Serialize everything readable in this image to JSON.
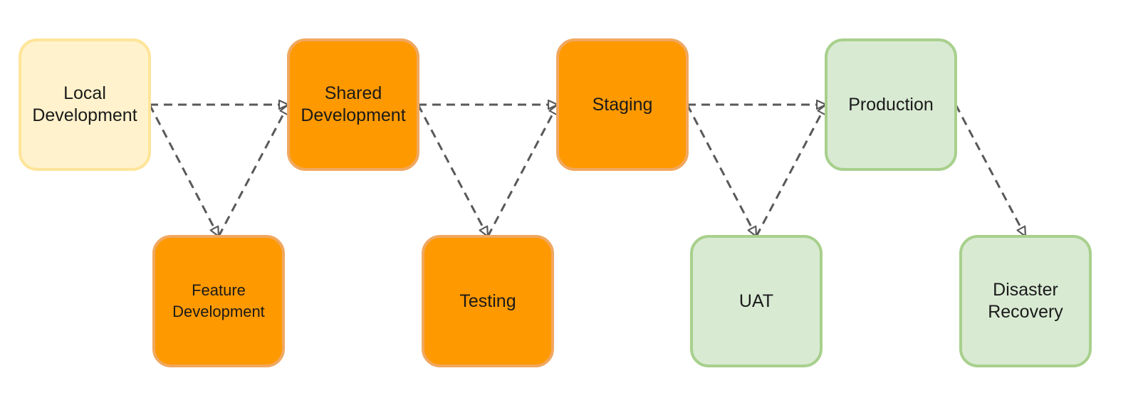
{
  "palette": {
    "local_fill": "#fff2cc",
    "local_border": "#ffe599",
    "orange_fill": "#ff9900",
    "orange_border": "#f0a860",
    "green_fill": "#d9ead3",
    "green_border": "#a8d08d",
    "edge_color": "#595959"
  },
  "nodes": [
    {
      "id": "local-development",
      "label": "Local\nDevelopment",
      "style": "local"
    },
    {
      "id": "feature-development",
      "label": "Feature\nDevelopment",
      "style": "orange"
    },
    {
      "id": "shared-development",
      "label": "Shared\nDevelopment",
      "style": "orange"
    },
    {
      "id": "testing",
      "label": "Testing",
      "style": "orange"
    },
    {
      "id": "staging",
      "label": "Staging",
      "style": "orange"
    },
    {
      "id": "uat",
      "label": "UAT",
      "style": "green"
    },
    {
      "id": "production",
      "label": "Production",
      "style": "green"
    },
    {
      "id": "disaster-recovery",
      "label": "Disaster\nRecovery",
      "style": "green"
    }
  ],
  "edges": [
    {
      "from": "local-development",
      "to": "shared-development",
      "style": "dashed"
    },
    {
      "from": "local-development",
      "to": "feature-development",
      "style": "dashed"
    },
    {
      "from": "feature-development",
      "to": "shared-development",
      "style": "dashed"
    },
    {
      "from": "shared-development",
      "to": "staging",
      "style": "dashed"
    },
    {
      "from": "shared-development",
      "to": "testing",
      "style": "dashed"
    },
    {
      "from": "testing",
      "to": "staging",
      "style": "dashed"
    },
    {
      "from": "staging",
      "to": "production",
      "style": "dashed"
    },
    {
      "from": "staging",
      "to": "uat",
      "style": "dashed"
    },
    {
      "from": "uat",
      "to": "production",
      "style": "dashed"
    },
    {
      "from": "production",
      "to": "disaster-recovery",
      "style": "dashed"
    }
  ]
}
